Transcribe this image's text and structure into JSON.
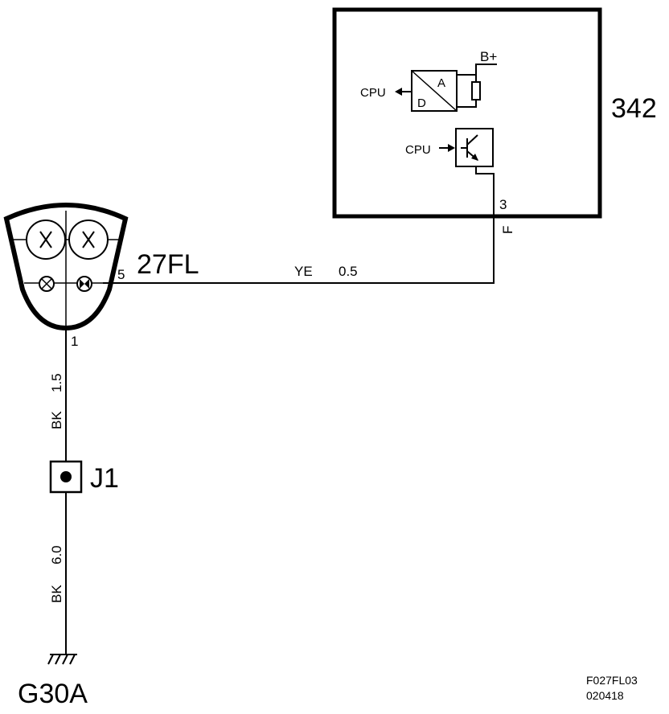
{
  "module": {
    "id": "342",
    "supply": "B+",
    "pin": "3",
    "pin_code": "F",
    "adc": {
      "a_label": "A",
      "d_label": "D",
      "output": "CPU"
    },
    "driver": {
      "input": "CPU"
    }
  },
  "lamp": {
    "label": "27FL",
    "pin_signal": "5",
    "pin_ground": "1"
  },
  "wires": {
    "signal": {
      "color": "YE",
      "size": "0.5"
    },
    "ground_upper": {
      "color": "BK",
      "size": "1.5"
    },
    "ground_lower": {
      "color": "BK",
      "size": "6.0"
    }
  },
  "junction": {
    "label": "J1"
  },
  "ground": {
    "label": "G30A"
  },
  "footer": {
    "code": "F027FL03",
    "date": "020418"
  }
}
